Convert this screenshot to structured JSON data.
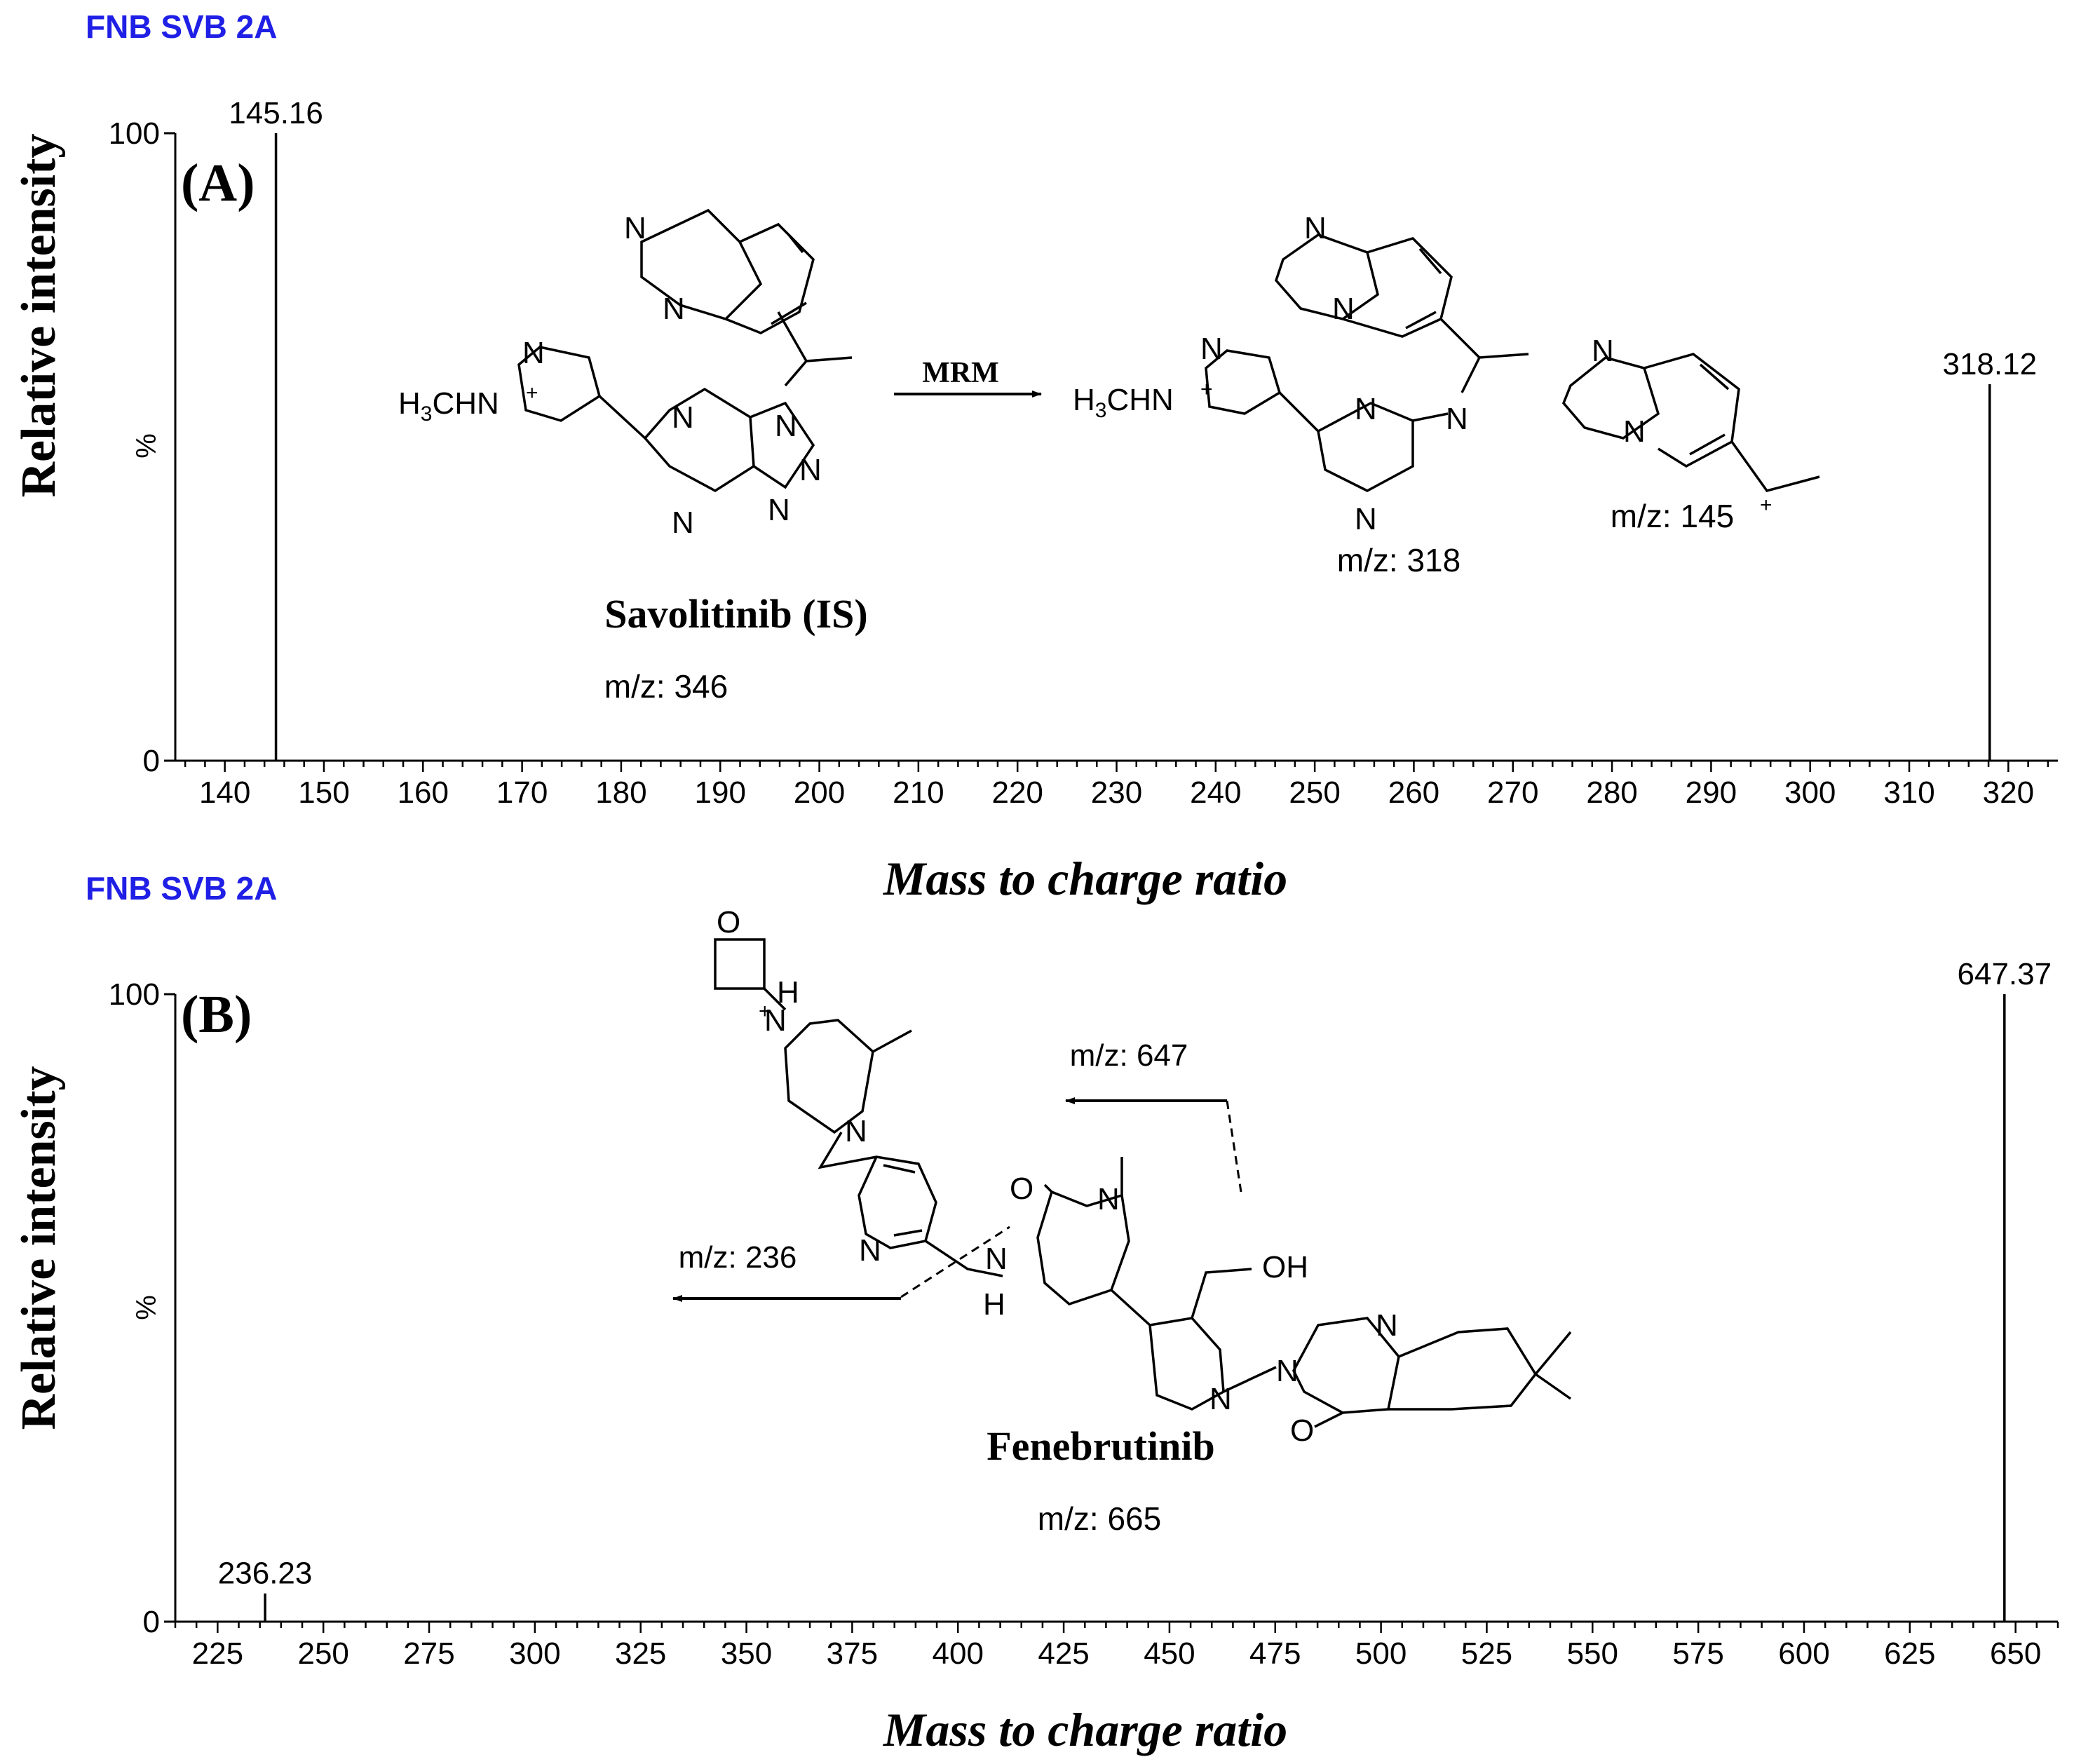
{
  "chart_data": [
    {
      "type": "bar",
      "panel_label": "(A)",
      "file_label": "FNB SVB 2A",
      "xlabel": "Mass to charge ratio",
      "ylabel": "Relative intensity",
      "y_unit": "%",
      "xlim": [
        135,
        325
      ],
      "ylim": [
        0,
        100
      ],
      "x_ticks": [
        "140",
        "150",
        "160",
        "170",
        "180",
        "190",
        "200",
        "210",
        "220",
        "230",
        "240",
        "250",
        "260",
        "270",
        "280",
        "290",
        "300",
        "310",
        "320"
      ],
      "y_ticks": [
        "0",
        "100"
      ],
      "peaks": [
        {
          "x": 145.16,
          "y": 100,
          "label": "145.16"
        },
        {
          "x": 318.12,
          "y": 60,
          "label": "318.12"
        }
      ],
      "annotations": {
        "compound": "Savolitinib (IS)",
        "parent_mz": "m/z: 346",
        "transition": "MRM",
        "product_mz_1": "m/z: 318",
        "product_mz_2": "m/z: 145"
      }
    },
    {
      "type": "bar",
      "panel_label": "(B)",
      "file_label": "FNB SVB 2A",
      "xlabel": "Mass to charge ratio",
      "ylabel": "Relative intensity",
      "y_unit": "%",
      "xlim": [
        215,
        660
      ],
      "ylim": [
        0,
        100
      ],
      "x_ticks": [
        "225",
        "250",
        "275",
        "300",
        "325",
        "350",
        "375",
        "400",
        "425",
        "450",
        "475",
        "500",
        "525",
        "550",
        "575",
        "600",
        "625",
        "650"
      ],
      "y_ticks": [
        "0",
        "100"
      ],
      "peaks": [
        {
          "x": 236.23,
          "y": 4.5,
          "label": "236.23"
        },
        {
          "x": 647.37,
          "y": 100,
          "label": "647.37"
        }
      ],
      "annotations": {
        "compound": "Fenebrutinib",
        "parent_mz": "m/z: 665",
        "fragment_1": "m/z: 647",
        "fragment_2": "m/z: 236"
      }
    }
  ]
}
